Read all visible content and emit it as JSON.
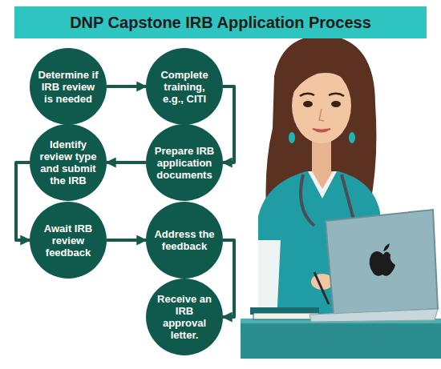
{
  "diagram": {
    "title": "DNP Capstone IRB Application Process",
    "nodes": [
      {
        "text": [
          "Determine if IRB review is needed"
        ]
      },
      {
        "text": [
          "Complete training, e.g., CITI"
        ]
      },
      {
        "text": [
          "Prepare IRB application documents"
        ]
      },
      {
        "text": [
          "Identify review type and submit the IRB"
        ]
      },
      {
        "text": [
          "Await IRB review feedback"
        ]
      },
      {
        "text": [
          "Address the feedback"
        ]
      },
      {
        "text": [
          "Receive an IRB approval letter."
        ]
      }
    ],
    "edges": [
      {
        "from": 0,
        "to": 1,
        "arrow": "to"
      },
      {
        "from": 1,
        "to": 2,
        "arrow": "to"
      },
      {
        "from": 2,
        "to": 3,
        "arrow": "to"
      },
      {
        "from": 3,
        "to": 4,
        "arrow": "to"
      },
      {
        "from": 4,
        "to": 5,
        "arrow": "to"
      },
      {
        "from": 5,
        "to": 6,
        "arrow": "to"
      }
    ]
  }
}
